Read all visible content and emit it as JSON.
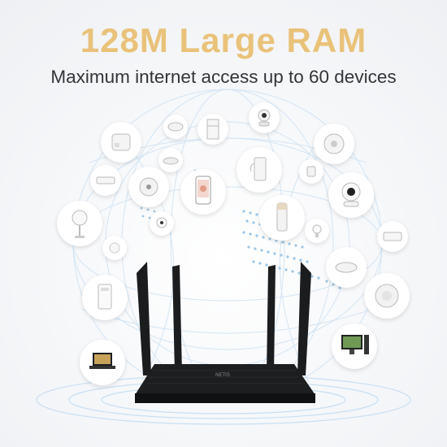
{
  "headline": "128M Large RAM",
  "subline": "Maximum internet access up to 60 devices",
  "router_logo": "NETIS",
  "colors": {
    "headline": "#e9c27a",
    "subline": "#333538",
    "router": "#1c1d1f",
    "globe_lines": "#cfe3f3",
    "dots": "#7fb6e0"
  },
  "icons": [
    "smart-camera-icon",
    "rice-cooker-icon",
    "smoke-detector-icon",
    "fridge-icon",
    "sensor-icon",
    "air-conditioner-icon",
    "ceiling-light-icon",
    "smartphone-icon",
    "water-purifier-icon",
    "door-sensor-icon",
    "security-camera-icon",
    "floor-fan-icon",
    "desk-camera-icon",
    "smart-speaker-icon",
    "switch-icon",
    "air-purifier-icon",
    "robot-vacuum-icon",
    "laptop-icon",
    "desktop-computer-icon",
    "router-icon"
  ]
}
